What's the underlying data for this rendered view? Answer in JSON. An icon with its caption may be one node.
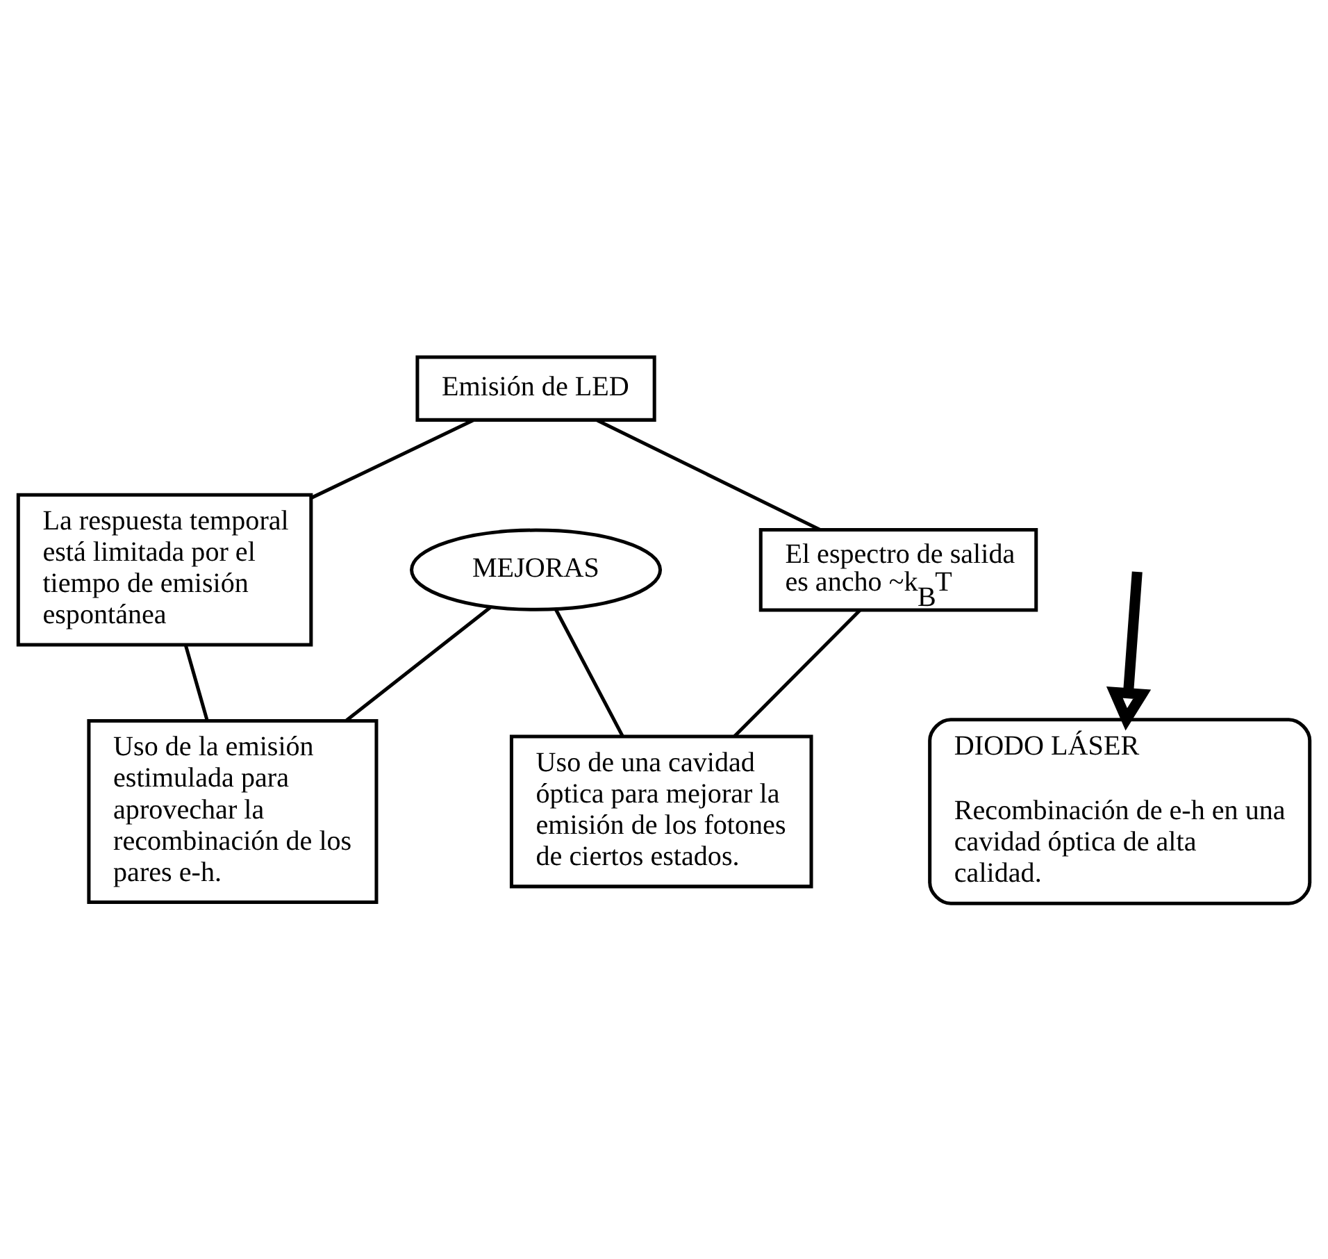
{
  "diagram": {
    "nodes": [
      {
        "text": [
          "Emisión de LED"
        ]
      },
      {
        "text": [
          "El espectro de salida es ancho ~k$_{B}$T"
        ]
      },
      {
        "text": [
          "La respuesta temporal está limitada por el tiempo de emisión espontánea"
        ]
      },
      {
        "text": [
          "MEJORAS"
        ]
      },
      {
        "text": [
          "Uso de una cavidad óptica para mejorar la emisión de los fotones de ciertos estados."
        ]
      },
      {
        "text": [
          "Uso de la emisión estimulada para aprovechar la recombinación de los pares e-h."
        ]
      },
      {
        "text": [
          "DIODO LÁSER",
          "Recombinación de e-h en una cavidad óptica de alta calidad."
        ]
      }
    ],
    "edges": [
      {
        "from": 0,
        "to": 1,
        "arrow": "none"
      },
      {
        "from": 0,
        "to": 2,
        "arrow": "none"
      },
      {
        "from": 1,
        "to": 4,
        "arrow": "none"
      },
      {
        "from": 3,
        "to": 4,
        "arrow": "none"
      },
      {
        "from": 2,
        "to": 5,
        "arrow": "none"
      },
      {
        "from": 3,
        "to": 5,
        "arrow": "none"
      },
      {
        "from": null,
        "to": 6,
        "arrow": "to",
        "style": "thick"
      }
    ]
  }
}
